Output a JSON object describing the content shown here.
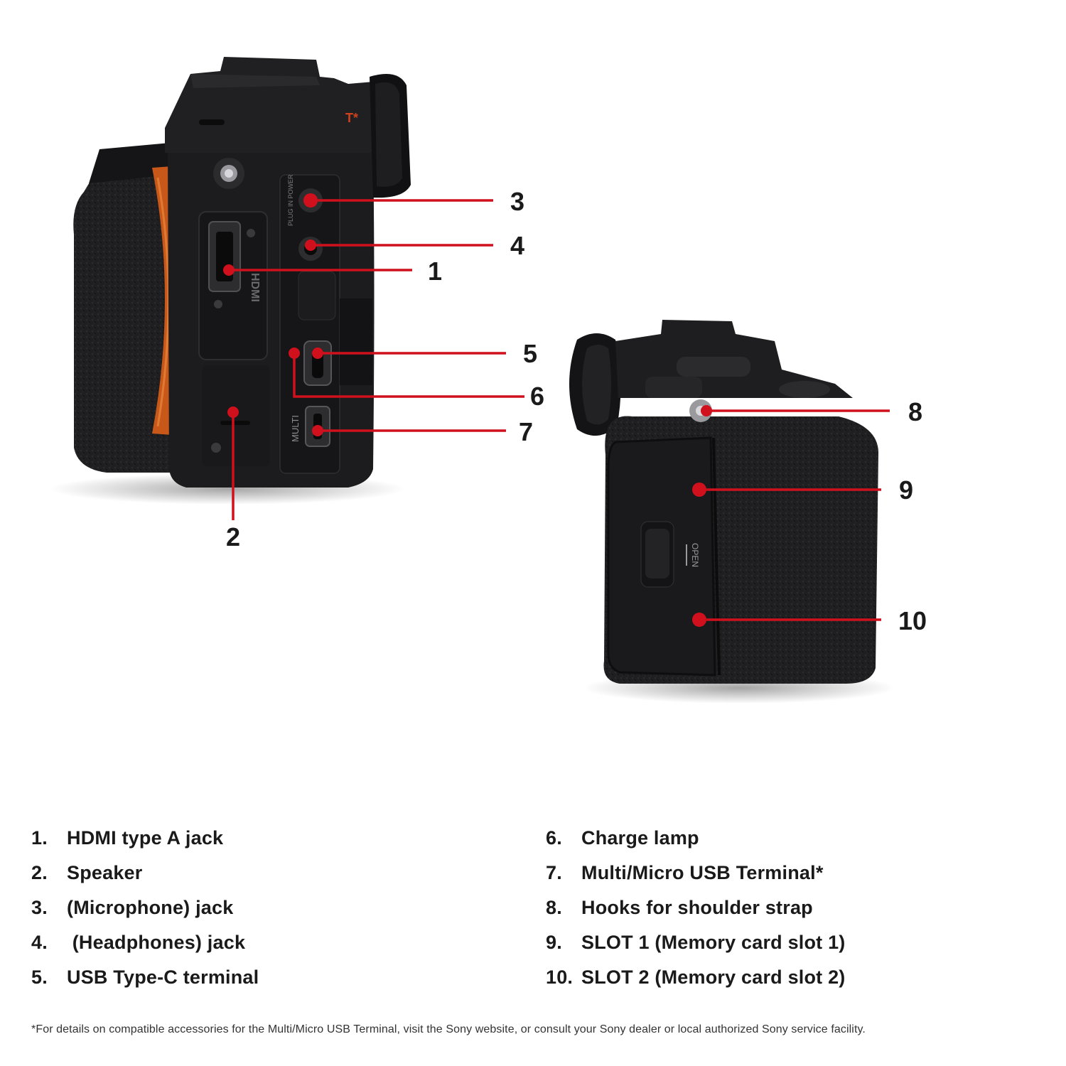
{
  "colors": {
    "accent": "#d0101c",
    "camera_body": "#1c1c1e",
    "mount_ring": "#c8581a"
  },
  "camera_left": {
    "brand_mark": "T*",
    "hdmi_label": "HDMI",
    "multi_label": "MULTI",
    "plug_label": "PLUG IN POWER"
  },
  "camera_right": {
    "open_label": "OPEN"
  },
  "callouts": [
    {
      "id": "1",
      "label": "1"
    },
    {
      "id": "2",
      "label": "2"
    },
    {
      "id": "3",
      "label": "3"
    },
    {
      "id": "4",
      "label": "4"
    },
    {
      "id": "5",
      "label": "5"
    },
    {
      "id": "6",
      "label": "6"
    },
    {
      "id": "7",
      "label": "7"
    },
    {
      "id": "8",
      "label": "8"
    },
    {
      "id": "9",
      "label": "9"
    },
    {
      "id": "10",
      "label": "10"
    }
  ],
  "legend": {
    "left": [
      {
        "num": "1.",
        "text": "HDMI type A jack"
      },
      {
        "num": "2.",
        "text": "Speaker"
      },
      {
        "num": "3.",
        "text": "(Microphone) jack"
      },
      {
        "num": "4.",
        "text": " (Headphones) jack"
      },
      {
        "num": "5.",
        "text": "USB Type-C terminal"
      }
    ],
    "right": [
      {
        "num": "6.",
        "text": "Charge lamp"
      },
      {
        "num": "7.",
        "text": "Multi/Micro USB Terminal*"
      },
      {
        "num": "8.",
        "text": "Hooks for shoulder strap"
      },
      {
        "num": "9.",
        "text": "SLOT 1 (Memory card slot 1)"
      },
      {
        "num": "10.",
        "text": "SLOT 2 (Memory card slot 2)"
      }
    ]
  },
  "footnote": "*For details on compatible accessories for the Multi/Micro USB Terminal, visit the Sony website, or consult your Sony dealer or local authorized Sony service facility."
}
